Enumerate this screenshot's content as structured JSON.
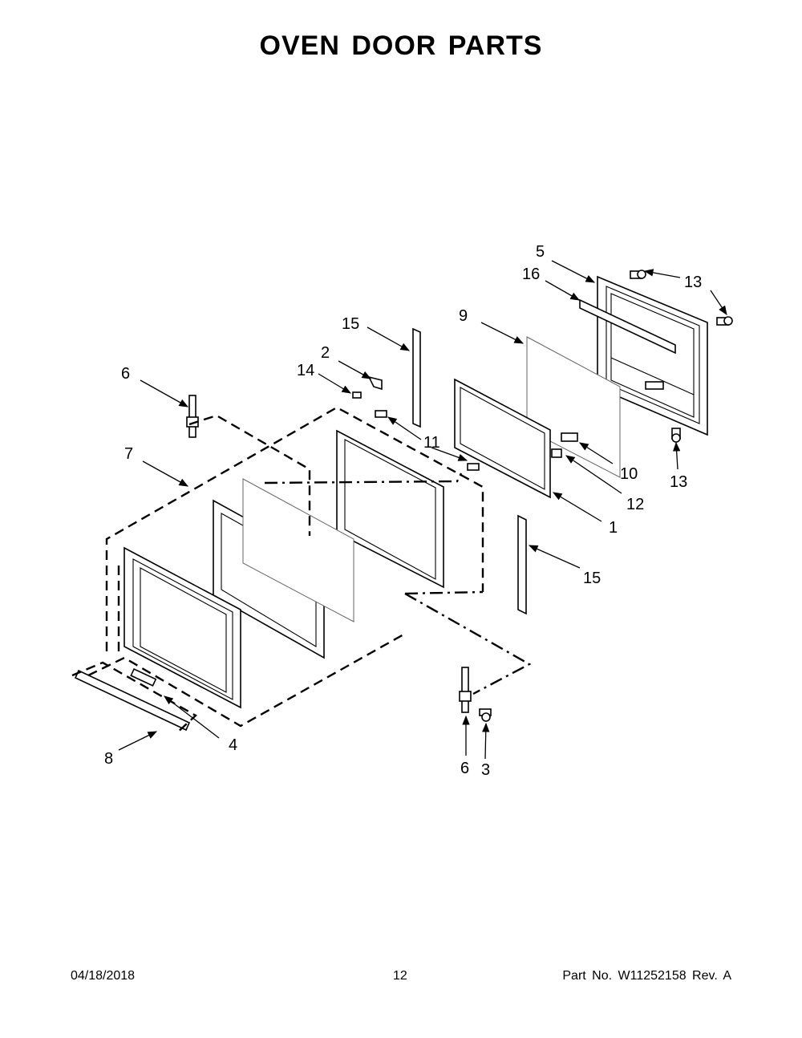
{
  "title": "OVEN DOOR PARTS",
  "callouts": [
    {
      "id": "c5",
      "label": "5"
    },
    {
      "id": "c16",
      "label": "16"
    },
    {
      "id": "c13a",
      "label": "13"
    },
    {
      "id": "c9",
      "label": "9"
    },
    {
      "id": "c15a",
      "label": "15"
    },
    {
      "id": "c2",
      "label": "2"
    },
    {
      "id": "c14",
      "label": "14"
    },
    {
      "id": "c6a",
      "label": "6"
    },
    {
      "id": "c11",
      "label": "11"
    },
    {
      "id": "c7",
      "label": "7"
    },
    {
      "id": "c10",
      "label": "10"
    },
    {
      "id": "c13b",
      "label": "13"
    },
    {
      "id": "c12",
      "label": "12"
    },
    {
      "id": "c1",
      "label": "1"
    },
    {
      "id": "c15b",
      "label": "15"
    },
    {
      "id": "c4",
      "label": "4"
    },
    {
      "id": "c8",
      "label": "8"
    },
    {
      "id": "c6b",
      "label": "6"
    },
    {
      "id": "c3",
      "label": "3"
    }
  ],
  "footer": {
    "date": "04/18/2018",
    "page": "12",
    "part_no": "Part No.  W11252158  Rev.  A"
  }
}
